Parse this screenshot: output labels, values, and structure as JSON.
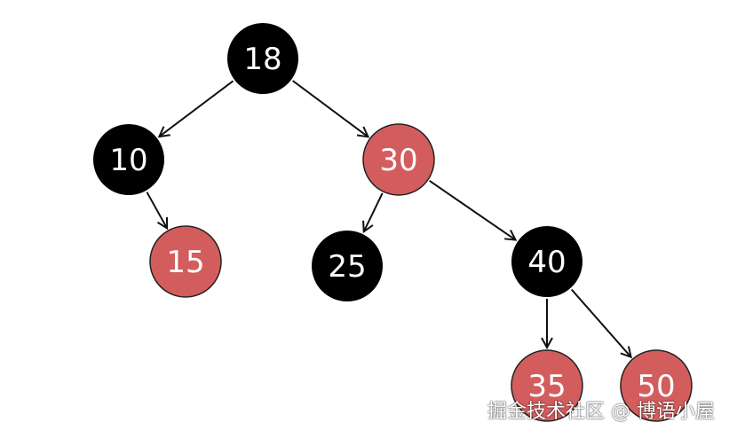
{
  "diagram": {
    "type": "red-black-tree",
    "colors": {
      "black": "#000000",
      "red": "#d35d5d",
      "node_border": "#222222"
    },
    "nodes": [
      {
        "id": "n18",
        "label": "18",
        "color": "black"
      },
      {
        "id": "n10",
        "label": "10",
        "color": "black"
      },
      {
        "id": "n30",
        "label": "30",
        "color": "red"
      },
      {
        "id": "n15",
        "label": "15",
        "color": "red"
      },
      {
        "id": "n25",
        "label": "25",
        "color": "black"
      },
      {
        "id": "n40",
        "label": "40",
        "color": "black"
      },
      {
        "id": "n35",
        "label": "35",
        "color": "red"
      },
      {
        "id": "n50",
        "label": "50",
        "color": "red"
      }
    ],
    "edges": [
      {
        "from": "n18",
        "to": "n10"
      },
      {
        "from": "n18",
        "to": "n30"
      },
      {
        "from": "n10",
        "to": "n15"
      },
      {
        "from": "n30",
        "to": "n25"
      },
      {
        "from": "n30",
        "to": "n40"
      },
      {
        "from": "n40",
        "to": "n35"
      },
      {
        "from": "n40",
        "to": "n50"
      }
    ]
  },
  "watermark": {
    "text": "掘金技术社区 @ 博语小屋"
  }
}
